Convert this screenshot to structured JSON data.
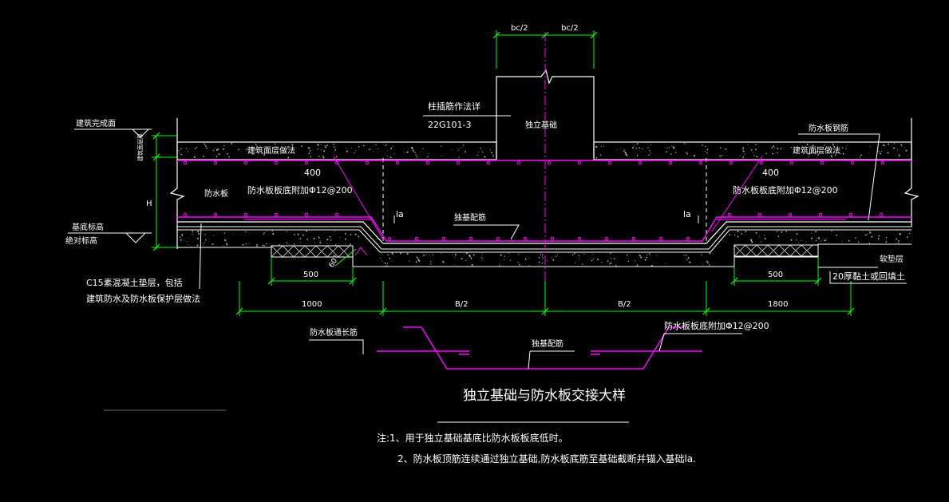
{
  "colors": {
    "background": "#000000",
    "line": "#ffffff",
    "rebar": "#ff00ff",
    "dimension": "#00ff00",
    "concrete_dot": "#bbbbbb",
    "axis": "#ff00ff"
  },
  "labels": {
    "bc_left": "bc/2",
    "bc_right": "bc/2",
    "column_rebar_ref_1": "柱插筋作法详",
    "column_rebar_ref_2": "22G101-3",
    "isolated_foundation": "独立基础",
    "finished_floor": "建筑完成面",
    "surface_thickness": "建筑面层厚",
    "surface_layer_left": "建筑面层做法",
    "surface_layer_right": "建筑面层做法",
    "slab_top_rebar": "防水板钢筋",
    "dim_400_left": "400",
    "dim_400_right": "400",
    "waterproof_slab": "防水板",
    "added_rebar_left": "防水板板底附加Φ12@200",
    "added_rebar_right": "防水板板底附加Φ12@200",
    "la_left": "la",
    "la_right": "la",
    "foundation_rebar": "独基配筋",
    "dim_H": "H",
    "base_elevation": "基底标高",
    "absolute_elevation": "绝对标高",
    "angle_60": "60°",
    "soft_cushion": "软垫层",
    "clay_backfill": "20厚黏土或回填土",
    "dim_500_left": "500",
    "dim_500_right": "500",
    "c15_note_1": "C15素混凝土垫层，包括",
    "c15_note_2": "建筑防水及防水板保护层做法",
    "dim_1000": "1000",
    "dim_B2_left": "B/2",
    "dim_B2_right": "B/2",
    "dim_1800": "1800",
    "detail_through_rebar": "防水板通长筋",
    "detail_added_rebar": "防水板板底附加Φ12@200",
    "detail_foundation_rebar": "独基配筋",
    "title": "独立基础与防水板交接大样",
    "note_1": "注:1、用于独立基础基底比防水板板底低时。",
    "note_2": "2、防水板顶筋连续通过独立基础,防水板底筋至基础截断并锚入基础la."
  }
}
